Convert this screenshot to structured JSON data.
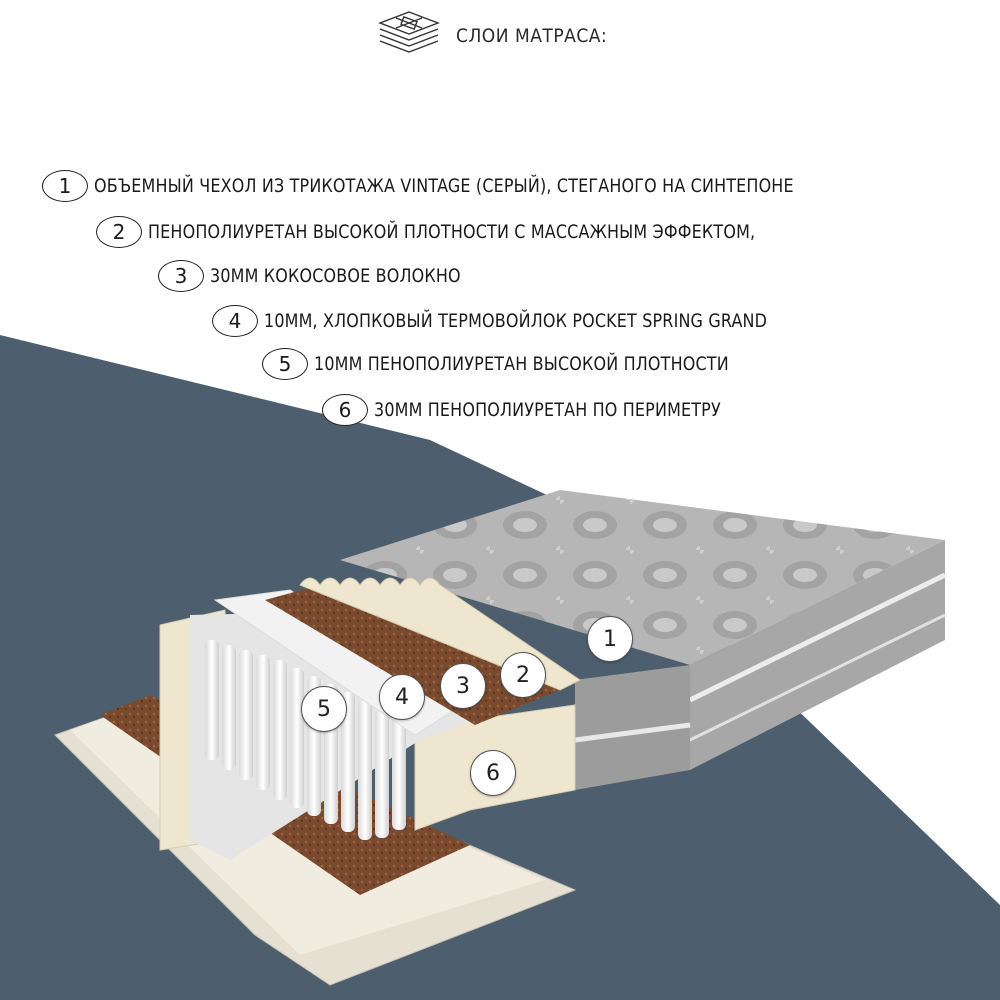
{
  "header": {
    "title": "СЛОИ МАТРАСА:",
    "icon": "layers-icon"
  },
  "layers": [
    {
      "num": "1",
      "text": "ОБЪЕМНЫЙ ЧЕХОЛ ИЗ ТРИКОТАЖА VINTAGE (СЕРЫЙ), СТЕГАНОГО НА СИНТЕПОНЕ"
    },
    {
      "num": "2",
      "text": "ПЕНОПОЛИУРЕТАН ВЫСОКОЙ ПЛОТНОСТИ С МАССАЖНЫМ ЭФФЕКТОМ,"
    },
    {
      "num": "3",
      "text": "30ММ КОКОСОВОЕ ВОЛОКНО"
    },
    {
      "num": "4",
      "text": "10ММ, ХЛОПКОВЫЙ ТЕРМОВОЙЛОК POCKET SPRING GRAND"
    },
    {
      "num": "5",
      "text": "10ММ ПЕНОПОЛИУРЕТАН ВЫСОКОЙ ПЛОТНОСТИ"
    },
    {
      "num": "6",
      "text": "30ММ ПЕНОПОЛИУРЕТАН ПО ПЕРИМЕТРУ"
    }
  ],
  "callouts": [
    "1",
    "2",
    "3",
    "4",
    "5",
    "6"
  ],
  "colors": {
    "background_dark": "#4d5f6e",
    "background_light": "#ffffff",
    "cover_gray": "#b9b9b9",
    "coconut_brown": "#7a4a2f",
    "foam_cream": "#efe6cf",
    "spring_white": "#f4f4f4"
  }
}
